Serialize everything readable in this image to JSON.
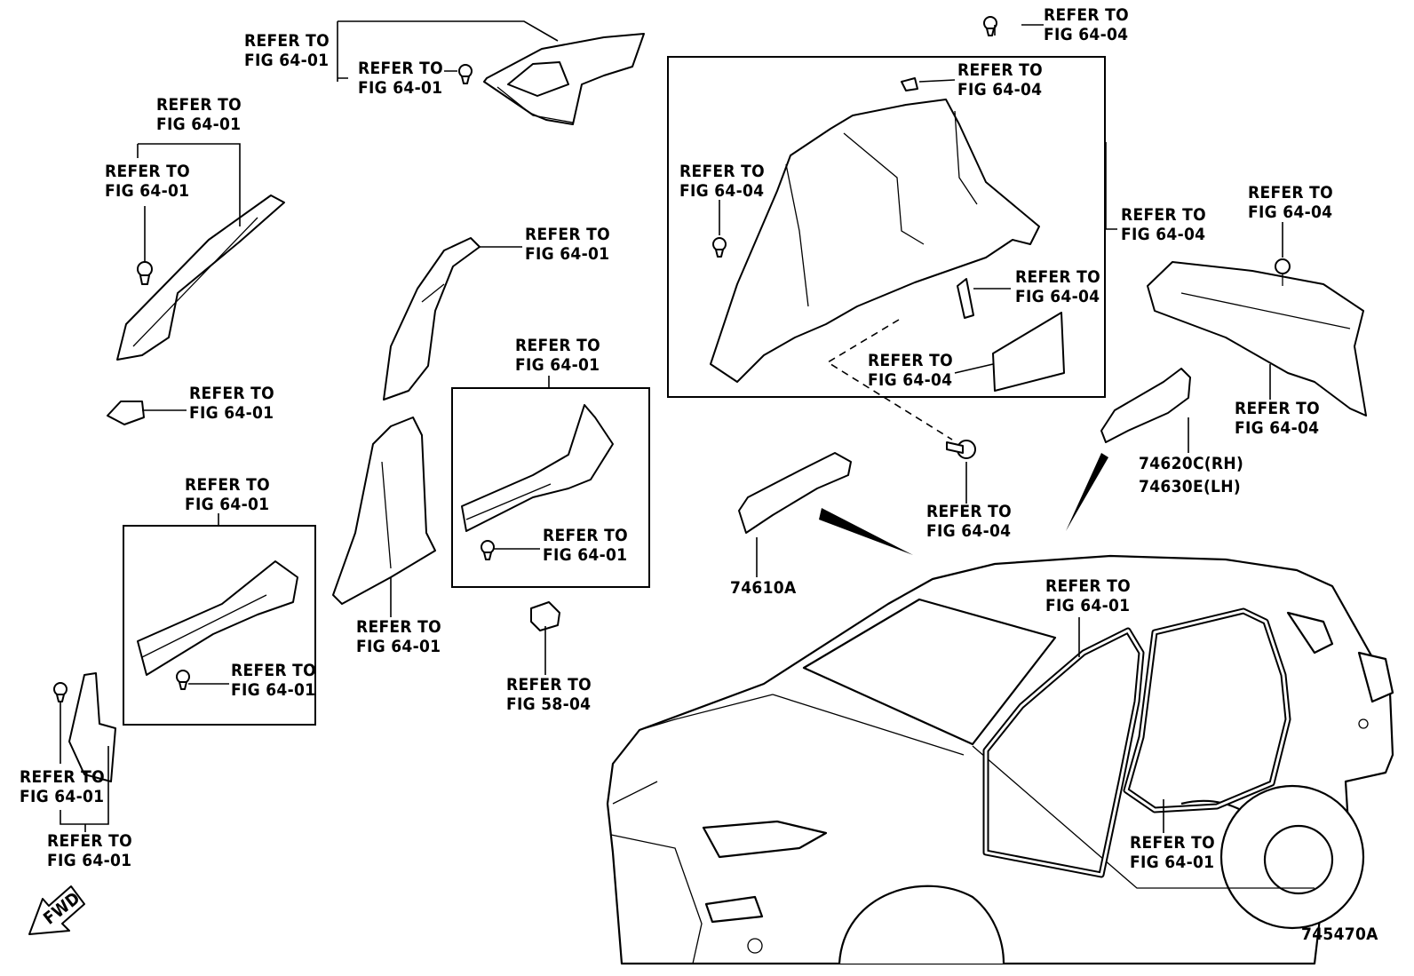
{
  "figure_code": "745470A",
  "fwd_indicator": "FWD",
  "callouts": {
    "qtr_window_trim": [
      "REFER TO",
      "FIG 64-01"
    ],
    "qtr_window_clip": [
      "REFER TO",
      "FIG 64-01"
    ],
    "top_clip": [
      "REFER TO",
      "FIG 64-04"
    ],
    "luggage_clip_top": [
      "REFER TO",
      "FIG 64-04"
    ],
    "luggage_clip_left": [
      "REFER TO",
      "FIG 64-04"
    ],
    "luggage_trim_panel": [
      "REFER TO",
      "FIG 64-04"
    ],
    "luggage_bracket": [
      "REFER TO",
      "FIG 64-04"
    ],
    "luggage_cover": [
      "REFER TO",
      "FIG 64-04"
    ],
    "back_door_clip": [
      "REFER TO",
      "FIG 64-04"
    ],
    "back_door_trim": [
      "REFER TO",
      "FIG 64-04"
    ],
    "bolt": [
      "REFER TO",
      "FIG 64-04"
    ],
    "a_pillar_outer": [
      "REFER TO",
      "FIG 64-01"
    ],
    "a_pillar_clip": [
      "REFER TO",
      "FIG 64-01"
    ],
    "a_pillar_piece": [
      "REFER TO",
      "FIG 64-01"
    ],
    "b_pillar_upper": [
      "REFER TO",
      "FIG 64-01"
    ],
    "b_pillar_lower": [
      "REFER TO",
      "FIG 64-01"
    ],
    "rear_scuff_box": [
      "REFER TO",
      "FIG 64-01"
    ],
    "rear_scuff_clip": [
      "REFER TO",
      "FIG 64-01"
    ],
    "front_scuff_box": [
      "REFER TO",
      "FIG 64-01"
    ],
    "front_scuff_clip": [
      "REFER TO",
      "FIG 64-01"
    ],
    "switch": [
      "REFER TO",
      "FIG 58-04"
    ],
    "cowl_clip": [
      "REFER TO",
      "FIG 64-01"
    ],
    "cowl_side": [
      "REFER TO",
      "FIG 64-01"
    ],
    "front_door_seal": [
      "REFER TO",
      "FIG 64-01"
    ],
    "rear_door_seal": [
      "REFER TO",
      "FIG 64-01"
    ]
  },
  "part_numbers": {
    "assist_grip_front": "74610A",
    "assist_grip_rear_rh": "74620C(RH)",
    "assist_grip_rear_lh": "74630E(LH)"
  }
}
